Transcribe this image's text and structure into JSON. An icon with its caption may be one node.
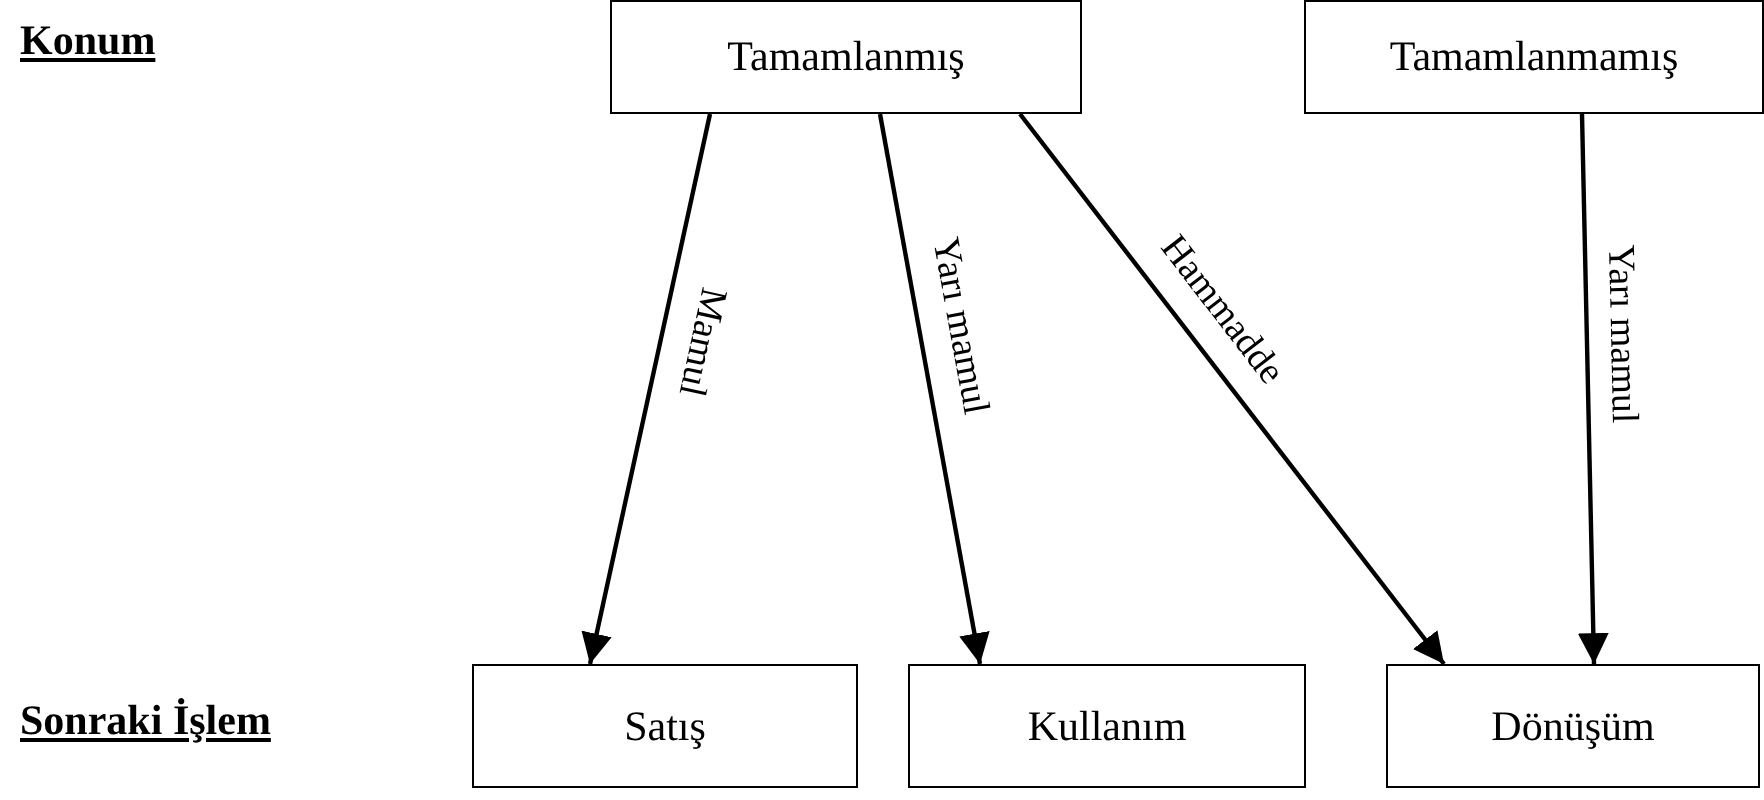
{
  "diagram": {
    "nodes": [
      {
        "text": [
          "Tamamlanmış"
        ]
      },
      {
        "text": [
          "Tamamlanmamış"
        ]
      },
      {
        "text": [
          "Satış"
        ]
      },
      {
        "text": [
          "Kullanım"
        ]
      },
      {
        "text": [
          "Dönüşüm"
        ]
      }
    ],
    "edges": [
      {
        "from": 0,
        "to": 2,
        "arrow": "to",
        "label": "Mamul"
      },
      {
        "from": 0,
        "to": 3,
        "arrow": "to",
        "label": "Yarı mamul"
      },
      {
        "from": 0,
        "to": 4,
        "arrow": "to",
        "label": "Hammadde"
      },
      {
        "from": 1,
        "to": 4,
        "arrow": "to",
        "label": "Yarı mamul"
      }
    ],
    "labels": [
      "Konum",
      "Sonraki İşlem"
    ]
  }
}
